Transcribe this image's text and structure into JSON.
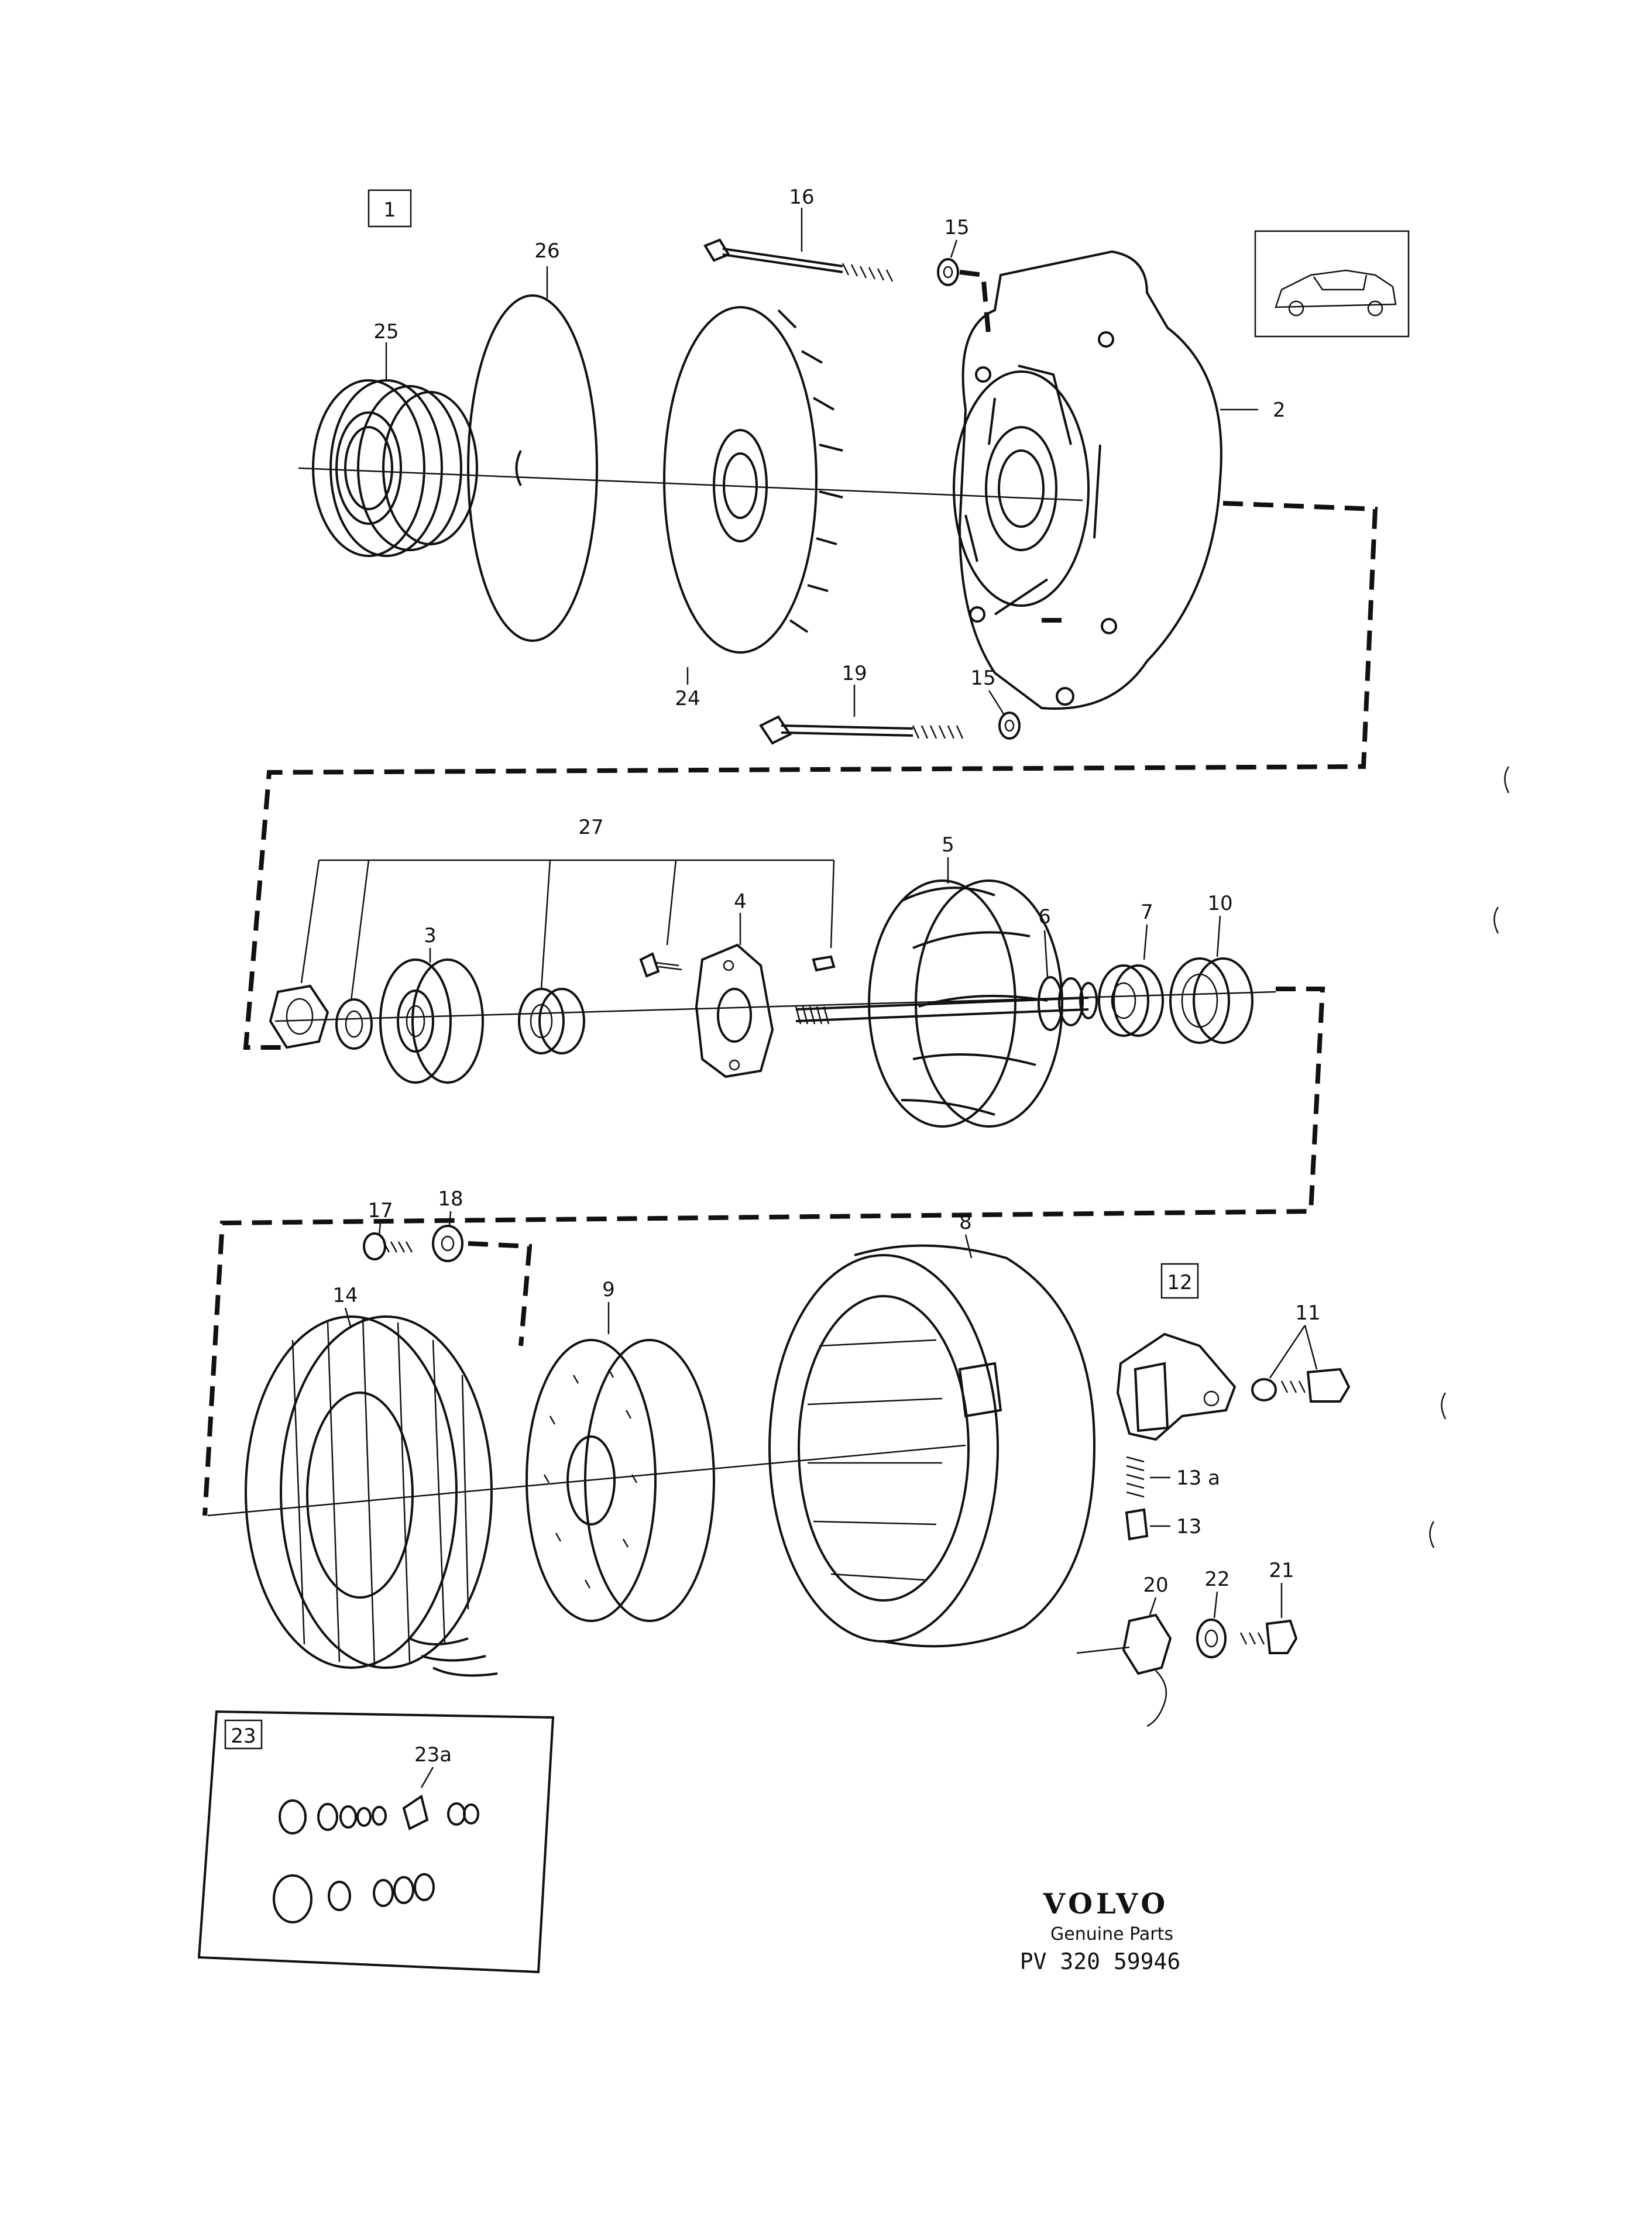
{
  "figure_number": "1",
  "parts": [
    {
      "ref": "1",
      "boxed": true
    },
    {
      "ref": "2"
    },
    {
      "ref": "3"
    },
    {
      "ref": "4"
    },
    {
      "ref": "5"
    },
    {
      "ref": "6"
    },
    {
      "ref": "7"
    },
    {
      "ref": "8"
    },
    {
      "ref": "9"
    },
    {
      "ref": "10"
    },
    {
      "ref": "11"
    },
    {
      "ref": "12",
      "boxed": true
    },
    {
      "ref": "13"
    },
    {
      "ref": "13 a"
    },
    {
      "ref": "14"
    },
    {
      "ref": "15"
    },
    {
      "ref": "16"
    },
    {
      "ref": "17"
    },
    {
      "ref": "18"
    },
    {
      "ref": "19"
    },
    {
      "ref": "20"
    },
    {
      "ref": "21"
    },
    {
      "ref": "22"
    },
    {
      "ref": "23",
      "boxed": true
    },
    {
      "ref": "23a"
    },
    {
      "ref": "24"
    },
    {
      "ref": "25"
    },
    {
      "ref": "26"
    },
    {
      "ref": "27"
    }
  ],
  "labels": {
    "l1": "1",
    "l2": "2",
    "l3": "3",
    "l4": "4",
    "l5": "5",
    "l6": "6",
    "l7": "7",
    "l8": "8",
    "l9": "9",
    "l10": "10",
    "l11": "11",
    "l12": "12",
    "l13": "13",
    "l13a": "13 a",
    "l14": "14",
    "l15a": "15",
    "l15b": "15",
    "l16": "16",
    "l17": "17",
    "l18": "18",
    "l19": "19",
    "l20": "20",
    "l21": "21",
    "l22": "22",
    "l23": "23",
    "l23a": "23a",
    "l24": "24",
    "l25": "25",
    "l26": "26",
    "l27": "27"
  },
  "branding": {
    "logo_text": "VOLVO",
    "tagline": "Genuine Parts",
    "part_code": "PV 320 59946"
  },
  "icons": [
    "car-silhouette-icon"
  ]
}
